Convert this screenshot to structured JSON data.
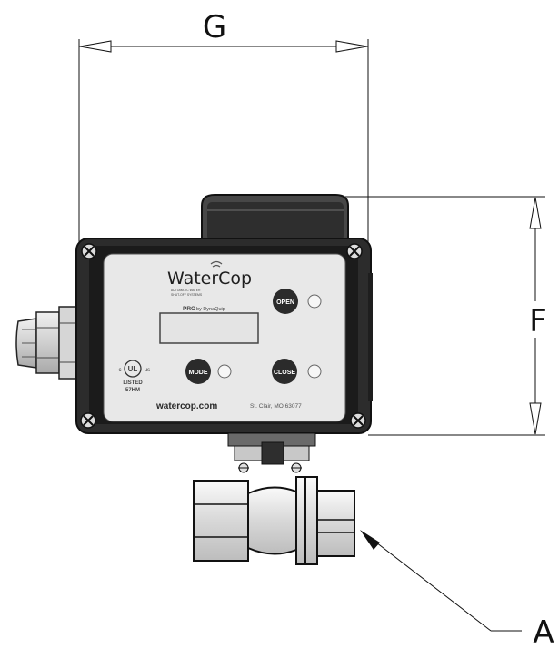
{
  "dimensions": {
    "width_label": "G",
    "height_label": "F",
    "port_label": "A"
  },
  "device": {
    "brand": "WaterCop",
    "brand_sub_lines": [
      "AUTOMATIC WATER",
      "SHUT-OFF SYSTEMS"
    ],
    "model": "PRO",
    "model_suffix": "by DynaQuip",
    "buttons": {
      "open": "OPEN",
      "mode": "MODE",
      "close": "CLOSE"
    },
    "cert": {
      "left": "c",
      "mark": "UL",
      "right": "us",
      "listed": "LISTED",
      "code": "57HM"
    },
    "website": "watercop.com",
    "location": "St. Clair, MO 63077"
  }
}
